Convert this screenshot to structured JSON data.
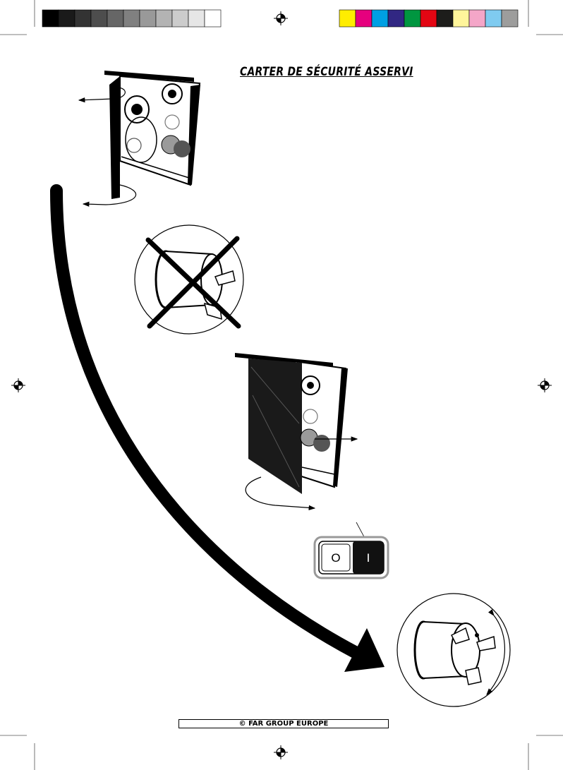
{
  "page": {
    "title": "CARTER DE SÉCURITÉ ASSERVI",
    "footer": "© FAR GROUP EUROPE"
  },
  "switch": {
    "off_label": "O",
    "on_label": "I"
  },
  "registration": {
    "grayscale": [
      "#000000",
      "#1a1a1a",
      "#333333",
      "#4d4d4d",
      "#666666",
      "#808080",
      "#999999",
      "#b3b3b3",
      "#cccccc",
      "#e6e6e6",
      "#ffffff"
    ],
    "colors": [
      "#ffed00",
      "#e6007e",
      "#009fe3",
      "#312783",
      "#009640",
      "#e30613",
      "#1d1d1b",
      "#fff59b",
      "#f4a6c8",
      "#7fcbf0",
      "#9d9d9c"
    ]
  },
  "icons": [
    "registration-target-icon",
    "crossed-out-icon",
    "rotation-arrow-icon",
    "curved-arrow-icon",
    "power-switch-icon"
  ]
}
